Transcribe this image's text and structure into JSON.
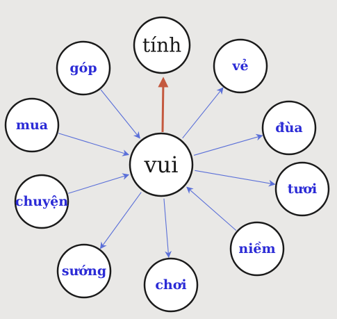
{
  "colors": {
    "node_text": "#2b2bd6",
    "dark_text": "#1a1a1a",
    "arrow": "#5a6fd8",
    "highlight_arrow": "#c4593f"
  },
  "center": {
    "label": "vui"
  },
  "top_node": {
    "label": "tính"
  },
  "nodes": [
    {
      "id": "gop",
      "label": "góp",
      "direction": "to-center"
    },
    {
      "id": "ve",
      "label": "vẻ",
      "direction": "from-center"
    },
    {
      "id": "mua",
      "label": "mua",
      "direction": "to-center"
    },
    {
      "id": "dua",
      "label": "đùa",
      "direction": "from-center"
    },
    {
      "id": "chuyen",
      "label": "chuyện",
      "direction": "to-center"
    },
    {
      "id": "tuoi",
      "label": "tươi",
      "direction": "from-center"
    },
    {
      "id": "suong",
      "label": "sướng",
      "direction": "from-center"
    },
    {
      "id": "choi",
      "label": "chơi",
      "direction": "from-center"
    },
    {
      "id": "niem",
      "label": "niềm",
      "direction": "to-center"
    }
  ]
}
